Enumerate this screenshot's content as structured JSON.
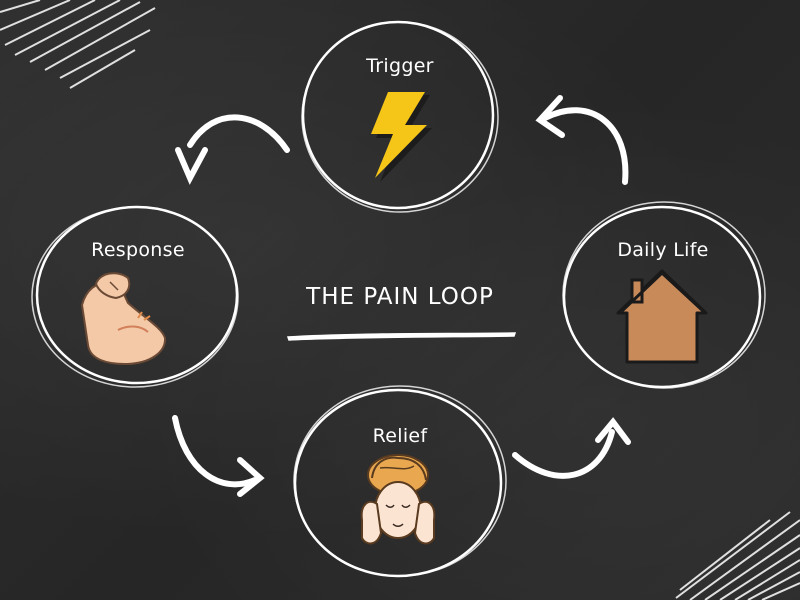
{
  "title": "THE PAIN LOOP",
  "nodes": {
    "trigger": {
      "label": "Trigger",
      "icon": "lightning-bolt-icon"
    },
    "daily_life": {
      "label": "Daily Life",
      "icon": "house-icon"
    },
    "relief": {
      "label": "Relief",
      "icon": "face-massage-icon"
    },
    "response": {
      "label": "Response",
      "icon": "flexed-arm-icon"
    }
  },
  "colors": {
    "background": "#2b2b2b",
    "chalk": "#ffffff",
    "bolt": "#f5c518",
    "house": "#c98a5a",
    "skin": "#f3c9a8",
    "towel": "#e9a84f"
  }
}
